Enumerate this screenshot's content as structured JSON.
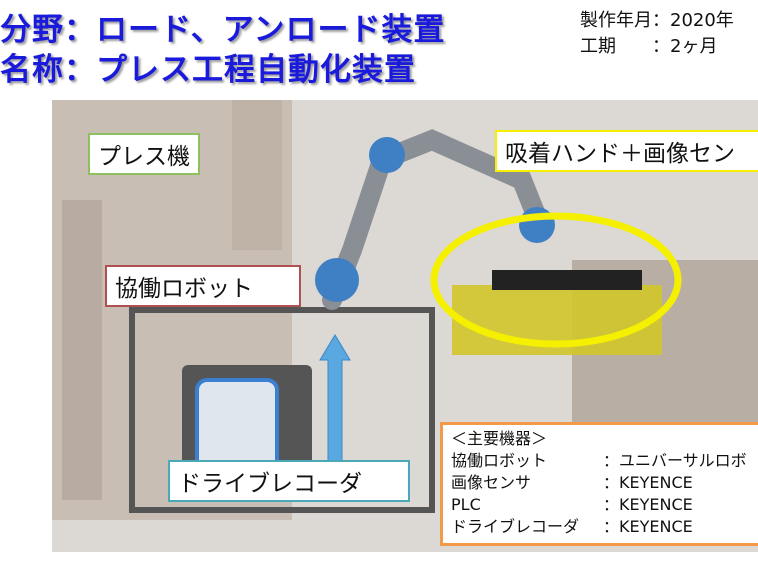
{
  "header": {
    "line1": "分野：ロード、アンロード装置",
    "line2": "名称：プレス工程自動化装置"
  },
  "meta": {
    "date_label": "製作年月：2020年",
    "period_label": "工期　　：2ヶ月"
  },
  "labels": {
    "press": "プレス機",
    "hand": "吸着ハンド＋画像セン",
    "robot": "協働ロボット",
    "recorder": "ドライブレコーダ"
  },
  "info": {
    "title": "＜主要機器＞",
    "rows": [
      {
        "k": "協働ロボット",
        "v": "：ユニバーサルロボ"
      },
      {
        "k": "画像センサ",
        "v": "：KEYENCE"
      },
      {
        "k": "PLC",
        "v": "：KEYENCE"
      },
      {
        "k": "ドライブレコーダ",
        "v": "：KEYENCE"
      }
    ]
  },
  "colors": {
    "title": "#1a1adc",
    "highlight": "#f5f000",
    "arrow": "#5aa8e0",
    "info_border": "#f39a4a"
  }
}
